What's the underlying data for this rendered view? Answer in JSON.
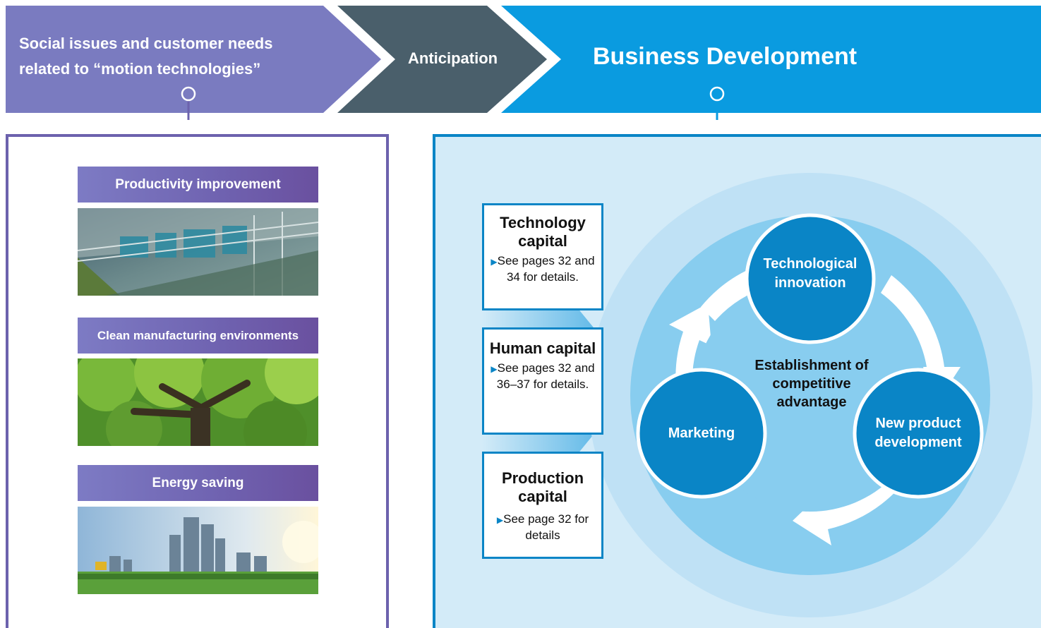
{
  "banners": {
    "social": "Social issues and customer needs related to “motion technologies”",
    "anticipation": "Anticipation",
    "business": "Business Development"
  },
  "categories": [
    {
      "label": "Productivity improvement",
      "image": "factory-interior"
    },
    {
      "label": "Clean manufacturing environments",
      "image": "tree-canopy"
    },
    {
      "label": "Energy saving",
      "image": "city-skyline-park"
    }
  ],
  "capitals": [
    {
      "title": "Technology capital",
      "link": "See pages 32 and 34 for details."
    },
    {
      "title": "Human capital",
      "link": "See pages 32 and 36–37 for details."
    },
    {
      "title": "Production capital",
      "link": "See page 32 for details"
    }
  ],
  "cycle": {
    "center": "Establishment of competitive advantage",
    "nodes": [
      "Technological innovation",
      "New product development",
      "Marketing"
    ]
  },
  "colors": {
    "purple": "#7a7bc0",
    "slate": "#4a5f6b",
    "blue": "#0a9be0",
    "circle": "#0a85c6",
    "panel_bg": "#d3ebf8"
  }
}
